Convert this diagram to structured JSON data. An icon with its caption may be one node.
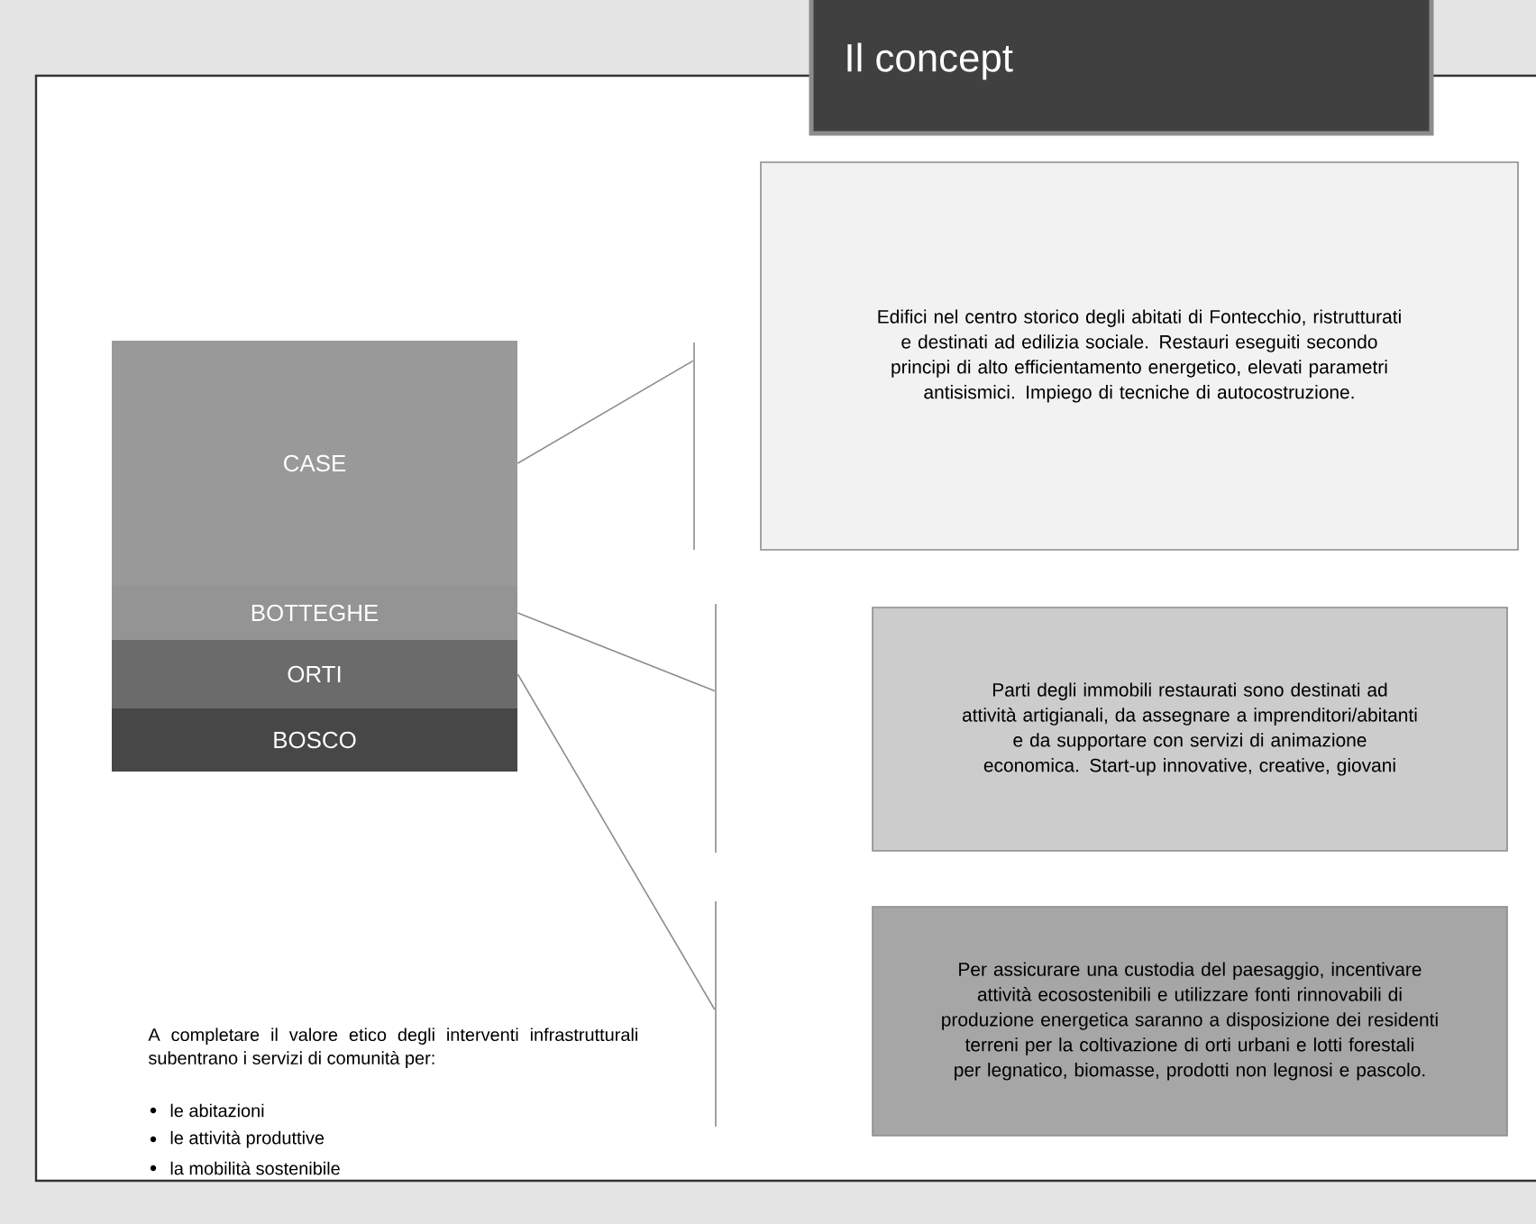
{
  "diagram": {
    "title": "Il concept",
    "nodes": [
      {
        "text": [
          "CASE"
        ]
      },
      {
        "text": [
          "BOTTEGHE"
        ]
      },
      {
        "text": [
          "ORTI"
        ]
      },
      {
        "text": [
          "BOSCO"
        ]
      },
      {
        "text": [
          "Edifici nel centro storico degli abitati di Fontecchio, ristrutturati e destinati ad edilizia sociale. Restauri eseguiti secondo principi di alto efficientamento energetico, elevati parametri antisismici. Impiego di tecniche di autocostruzione."
        ]
      },
      {
        "text": [
          "Parti degli immobili restaurati sono destinati ad attività artigianali, da assegnare a imprenditori/abitanti e da supportare con servizi di animazione economica. Start-up innovative, creative, giovani"
        ]
      },
      {
        "text": [
          "Per assicurare una custodia del paesaggio, incentivare attività ecosostenibili e utilizzare fonti rinnovabili di produzione energetica saranno a disposizione dei residenti terreni per la coltivazione di orti urbani e lotti forestali per legnatico, biomasse, prodotti non legnosi e pascolo."
        ]
      },
      {
        "text": [],
        "shape": "bar"
      },
      {
        "text": [],
        "shape": "bar"
      },
      {
        "text": [],
        "shape": "bar"
      }
    ],
    "edges": [
      {
        "from": 0,
        "to": 7,
        "arrow": "none"
      },
      {
        "from": 1,
        "to": 8,
        "arrow": "none"
      },
      {
        "from": 2,
        "to": 9,
        "arrow": "none"
      }
    ],
    "labels": [
      "A completare il valore etico degli interventi infrastrutturali subentrano i servizi di comunità per:",
      "le abitazioni",
      "le attività produttive",
      "la mobilità sostenibile"
    ]
  }
}
